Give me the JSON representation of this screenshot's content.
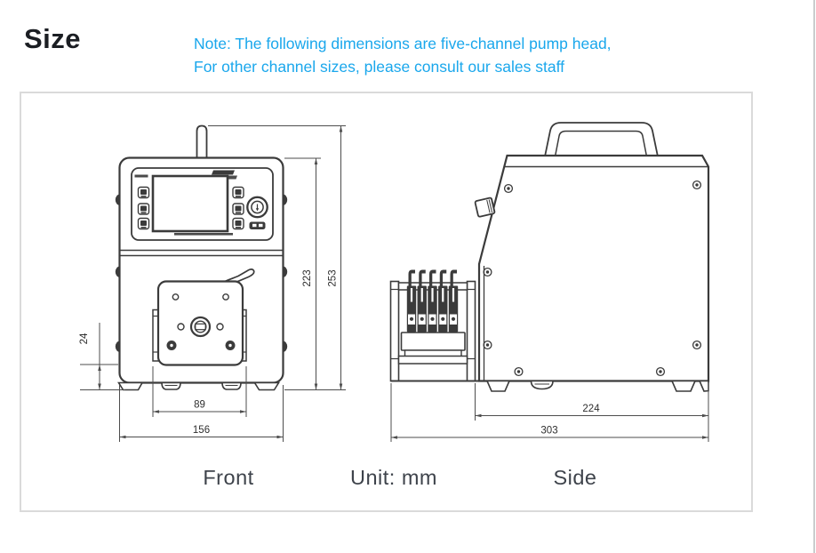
{
  "title": "Size",
  "note": {
    "line1": "Note: The following dimensions are five-channel pump head,",
    "line2": "For other channel sizes, please consult our sales staff"
  },
  "diagram": {
    "unit": "Unit: mm",
    "front": {
      "label": "Front",
      "dims": {
        "base": "24",
        "head_width": "89",
        "width": "156",
        "body_height": "223",
        "total_height": "253"
      }
    },
    "side": {
      "label": "Side",
      "dims": {
        "depth": "224",
        "total_depth": "303"
      }
    }
  },
  "colors": {
    "note_text": "#1aa7ec",
    "drawing_ink": "#3b3b3b",
    "dimension_ink": "#4d4d4d",
    "frame_border": "#dadada"
  }
}
